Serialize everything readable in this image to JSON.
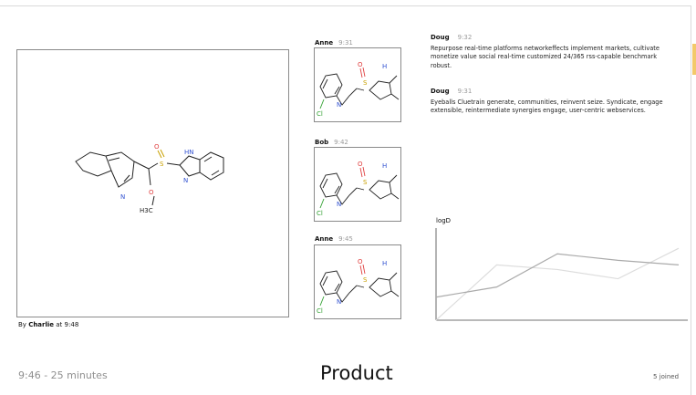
{
  "main": {
    "molecule": {
      "label_nh": "HN",
      "label_n1": "N",
      "label_n2": "N",
      "label_s": "S",
      "label_o1": "O",
      "label_o2": "O",
      "label_me": "H3C"
    },
    "caption": {
      "prefix": "By",
      "author": "Charlie",
      "at": "at",
      "time": "9:48"
    }
  },
  "thumbs": [
    {
      "author": "Anne",
      "time": "9:31"
    },
    {
      "author": "Bob",
      "time": "9:42"
    },
    {
      "author": "Anne",
      "time": "9:45"
    }
  ],
  "thumb_atoms": {
    "nh": "H",
    "n": "N",
    "s": "S",
    "o": "O",
    "cl": "Cl"
  },
  "messages": [
    {
      "author": "Doug",
      "time": "9:32",
      "text": "Repurpose real-time platforms networkeffects implement markets, cultivate monetize value social real-time customized 24/365 rss-capable benchmark robust."
    },
    {
      "author": "Doug",
      "time": "9:31",
      "text": "Eyeballs Cluetrain generate, communities, reinvent seize. Syndicate, engage extensible, reintermediate synergies engage, user-centric webservices."
    }
  ],
  "chart_data": {
    "type": "line",
    "ylabel": "logD",
    "x": [
      0,
      1,
      2,
      3,
      4
    ],
    "series": [
      {
        "values": [
          0.0,
          0.6,
          0.55,
          0.45,
          0.78
        ],
        "color": "#dddddd"
      },
      {
        "values": [
          0.25,
          0.36,
          0.72,
          0.65,
          0.6
        ],
        "color": "#aaaaaa"
      }
    ],
    "ylim": [
      0,
      1
    ]
  },
  "footer": {
    "left": "9:46 - 25 minutes",
    "title": "Product",
    "right": "5 joined"
  },
  "colors": {
    "accent": "#f3c969",
    "oxygen": "#e04040",
    "sulfur": "#c8a000",
    "nitrogen": "#3050d0",
    "chlorine": "#30a030"
  }
}
